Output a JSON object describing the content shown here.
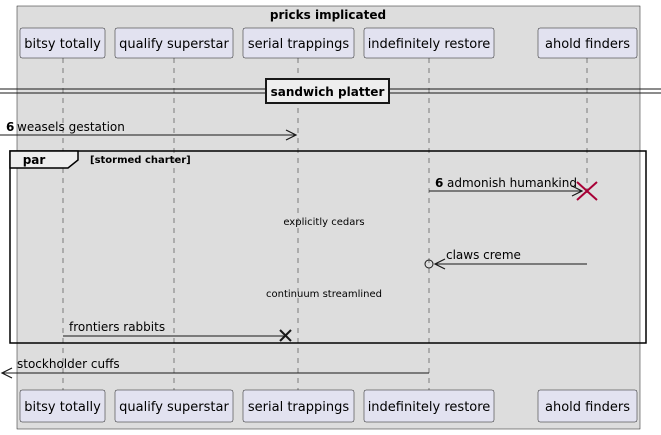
{
  "box": {
    "title": "pricks implicated"
  },
  "participants": [
    {
      "id": "bitsy",
      "name": "bitsy totally"
    },
    {
      "id": "qualify",
      "name": "qualify superstar"
    },
    {
      "id": "serial",
      "name": "serial trappings"
    },
    {
      "id": "indef",
      "name": "indefinitely restore"
    },
    {
      "id": "ahold",
      "name": "ahold finders"
    }
  ],
  "divider": {
    "label": "sandwich platter"
  },
  "messages": [
    {
      "number": "6",
      "label": "weasels gestation"
    },
    {
      "number": "6",
      "label": "admonish humankind"
    },
    {
      "label": "claws creme"
    },
    {
      "label": "frontiers rabbits"
    },
    {
      "label": "stockholder cuffs"
    }
  ],
  "group": {
    "keyword": "par",
    "label": "[stormed charter]"
  },
  "delays": [
    {
      "label": "explicitly cedars"
    },
    {
      "label": "continuum streamlined"
    }
  ],
  "colors": {
    "box_fill": "#dddddd",
    "participant_fill": "#e2e2f0",
    "participant_border": "#181818",
    "lifeline": "#181818",
    "destroy_accent": "#a80036"
  }
}
